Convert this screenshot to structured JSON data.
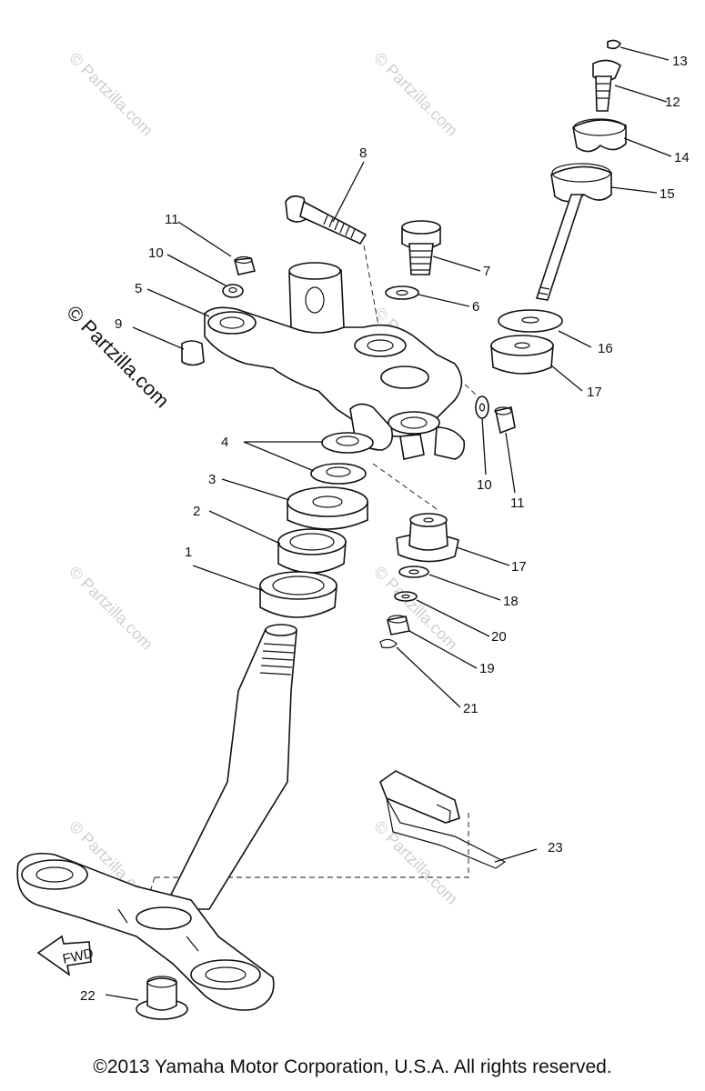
{
  "callouts": [
    "1",
    "2",
    "3",
    "4",
    "5",
    "6",
    "7",
    "8",
    "9",
    "10",
    "11",
    "12",
    "13",
    "14",
    "15",
    "16",
    "17",
    "18",
    "19",
    "20",
    "21",
    "22",
    "23"
  ],
  "watermark": "© Partzilla.com",
  "fwd_label": "FWD",
  "copyright": "©2013 Yamaha Motor Corporation, U.S.A. All rights reserved."
}
